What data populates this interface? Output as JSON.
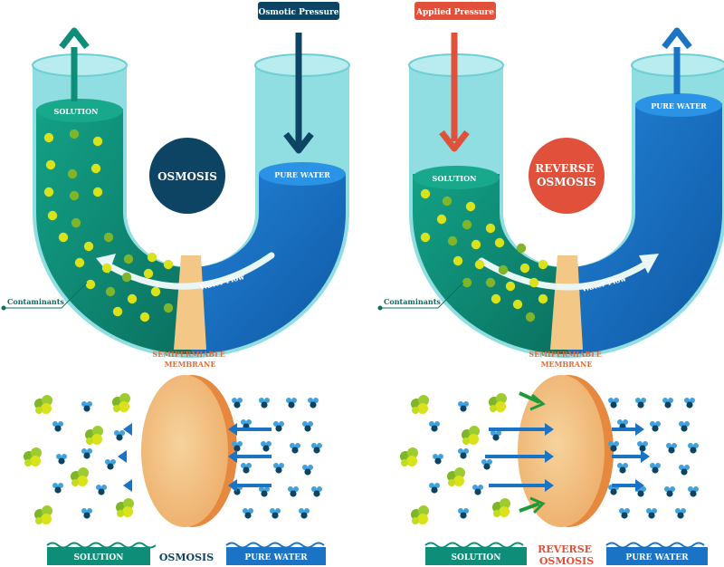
{
  "left": {
    "top_tag": "Osmotic Pressure",
    "solution_label": "SOLUTION",
    "pure_label": "PURE WATER",
    "center_title": [
      "OSMOSIS"
    ],
    "flow_label": "Water Flow",
    "contaminants_label": "Contaminants",
    "membrane_label": [
      "SEMIPERMIABLE",
      "MEMBRANE"
    ],
    "bottom_solution": "SOLUTION",
    "bottom_center": [
      "OSMOSIS"
    ],
    "bottom_pure": "PURE WATER"
  },
  "right": {
    "top_tag": "Applied Pressure",
    "solution_label": "SOLUTION",
    "pure_label": "PURE WATER",
    "center_title": [
      "REVERSE",
      "OSMOSIS"
    ],
    "flow_label": "Water Flow",
    "contaminants_label": "Contaminants",
    "membrane_label": [
      "SEMIPERMIABLE",
      "MEMBRANE"
    ],
    "bottom_solution": "SOLUTION",
    "bottom_center": [
      "REVERSE",
      "OSMOSIS"
    ],
    "bottom_pure": "PURE WATER"
  },
  "colors": {
    "solution": "#0e8d78",
    "solution_dark": "#0a6f5f",
    "pure": "#1a73c4",
    "pure_dark": "#0f5aa8",
    "glass": "#7ed8dc",
    "osmosis_circle": "#0d4363",
    "reverse_circle": "#e0503a",
    "membrane": "#f2c07f",
    "membrane_label": "#d8703f",
    "tag_left": "#0d4363",
    "tag_right": "#e0503a",
    "arrow_up": "#0e8d78",
    "arrow_blue": "#1a73c4",
    "particle": "#d9e21a",
    "particle_dark": "#7fb52a"
  }
}
